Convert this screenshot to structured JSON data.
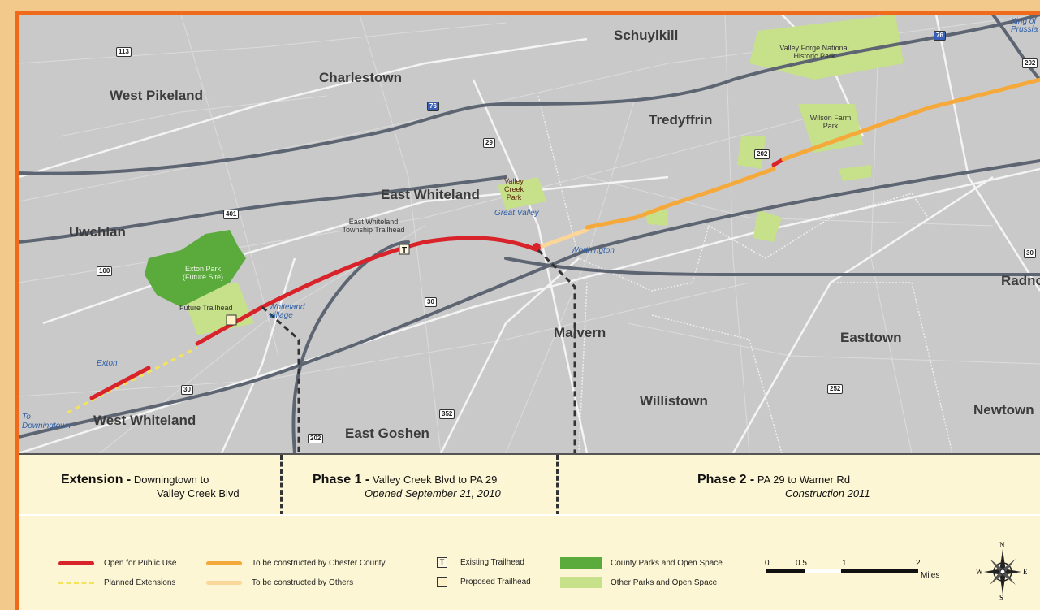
{
  "townships": {
    "schuylkill": "Schuylkill",
    "charlestown": "Charlestown",
    "west_pikeland": "West Pikeland",
    "tredyffrin": "Tredyffrin",
    "east_whiteland": "East Whiteland",
    "uwchlan": "Uwchlan",
    "malvern": "Malvern",
    "easttown": "Easttown",
    "willistown": "Willistown",
    "east_goshen": "East Goshen",
    "west_whiteland": "West Whiteland",
    "newtown": "Newtown",
    "radnor": "Radnc",
    "king_of_prussia": "King of Prussia"
  },
  "places": {
    "valley_forge": "Valley Forge National Historic Park",
    "wilson_farm": "Wilson Farm Park",
    "valley_creek_park": "Valley Creek Park",
    "great_valley": "Great Valley",
    "ewt_trailhead": "East Whiteland Township Trailhead",
    "worthington": "Worthington",
    "exton_park": "Exton Park (Future Site)",
    "future_trailhead": "Future Trailhead",
    "whiteland_village": "Whiteland Village",
    "exton": "Exton",
    "to_downingtown": "To Downingtown"
  },
  "routes": [
    "113",
    "76",
    "202",
    "29",
    "401",
    "100",
    "30",
    "30",
    "352",
    "252",
    "202",
    "30"
  ],
  "phases": {
    "extension": {
      "title": "Extension -",
      "line1": "Downingtown to",
      "line2": "Valley Creek Blvd"
    },
    "phase1": {
      "title": "Phase 1 -",
      "line1": "Valley Creek Blvd to PA 29",
      "line2": "Opened September 21, 2010"
    },
    "phase2": {
      "title": "Phase 2 -",
      "line1": "PA 29 to Warner Rd",
      "line2": "Construction 2011"
    }
  },
  "legend": {
    "open": "Open for Public Use",
    "planned": "Planned Extensions",
    "county_built": "To be constructed by Chester County",
    "others_built": "To be constructed by Others",
    "existing_th": "Existing Trailhead",
    "proposed_th": "Proposed Trailhead",
    "county_parks": "County Parks and Open Space",
    "other_parks": "Other Parks and Open Space",
    "th_letter": "T"
  },
  "scale": {
    "ticks": [
      "0",
      "0.5",
      "1",
      "2"
    ],
    "unit": "Miles"
  },
  "compass": {
    "n": "N",
    "s": "S",
    "e": "E",
    "w": "W"
  },
  "colors": {
    "open": "#d9232a",
    "planned": "#f4e25a",
    "county_built": "#f6a93b",
    "others_built": "#fbd69a",
    "county_parks": "#5aaa3c",
    "other_parks": "#c7e08a",
    "highway": "#5e6572"
  }
}
